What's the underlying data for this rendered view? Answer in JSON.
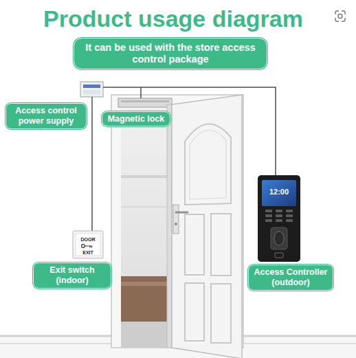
{
  "diagram": {
    "title": "Product usage diagram",
    "nodes": [
      {
        "text": [
          "It can be used with the store access control package"
        ]
      },
      {
        "text": [
          "Access control power supply"
        ]
      },
      {
        "text": [
          "Magnetic lock"
        ]
      },
      {
        "text": [
          "Exit switch (indoor)"
        ]
      },
      {
        "text": [
          "Access Controller (outdoor)"
        ]
      }
    ],
    "labels": [
      "DOOR",
      "EXIT",
      "12:00"
    ]
  }
}
